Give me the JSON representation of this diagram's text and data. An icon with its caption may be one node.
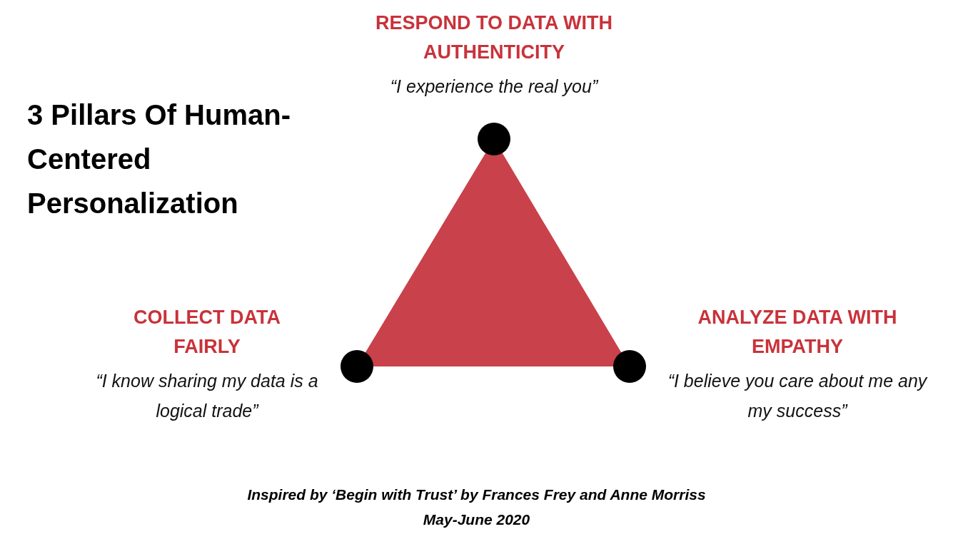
{
  "diagram": {
    "title": "3 Pillars Of Human-Centered Personalization",
    "nodes": [
      {
        "text": [
          "RESPOND TO DATA WITH AUTHENTICITY",
          "“I experience the real you”"
        ]
      },
      {
        "text": [
          "COLLECT DATA FAIRLY",
          "“I know sharing my data is a logical trade”"
        ]
      },
      {
        "text": [
          "ANALYZE DATA WITH EMPATHY",
          "“I believe you care about me any my success”"
        ]
      }
    ],
    "labels": [
      "Inspired by ‘Begin with Trust’ by Frances Frey and Anne Morriss",
      "May-June 2020"
    ]
  }
}
